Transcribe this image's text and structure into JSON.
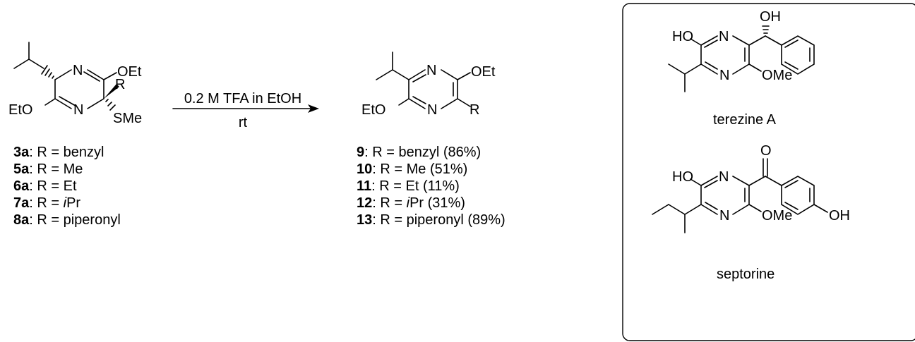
{
  "reaction": {
    "conditions_top": "0.2 M TFA in EtOH",
    "conditions_bottom": "rt"
  },
  "reactant": {
    "atoms": {
      "n_top": "N",
      "oet_top": "OEt",
      "r": "R",
      "eto": "EtO",
      "n_bottom": "N",
      "sme": "SMe"
    },
    "list": [
      {
        "id": "3a",
        "rest": ": R = benzyl"
      },
      {
        "id": "5a",
        "rest": ": R = Me"
      },
      {
        "id": "6a",
        "rest": ": R = Et"
      },
      {
        "id": "7a",
        "rest_pre": ": R = ",
        "ital": "i",
        "rest_post": "Pr"
      },
      {
        "id": "8a",
        "rest": ": R = piperonyl"
      }
    ]
  },
  "product": {
    "atoms": {
      "n_top": "N",
      "oet": "OEt",
      "eto": "EtO",
      "n_bottom": "N",
      "r": "R"
    },
    "list": [
      {
        "id": "9",
        "rest": ": R = benzyl (86%)"
      },
      {
        "id": "10",
        "rest": ": R = Me (51%)"
      },
      {
        "id": "11",
        "rest": ": R = Et (11%)"
      },
      {
        "id": "12",
        "rest_pre": ": R = ",
        "ital": "i",
        "rest_post": "Pr (31%)"
      },
      {
        "id": "13",
        "rest": ": R = piperonyl (89%)"
      }
    ]
  },
  "natural_products": {
    "terezine": {
      "name": "terezine A",
      "ho": "HO",
      "n_top": "N",
      "oh": "OH",
      "n_bottom": "N",
      "ome": "OMe"
    },
    "septorine": {
      "name": "septorine",
      "ho": "HO",
      "n_top": "N",
      "o": "O",
      "n_bottom": "N",
      "ome": "OMe",
      "oh": "OH"
    }
  }
}
